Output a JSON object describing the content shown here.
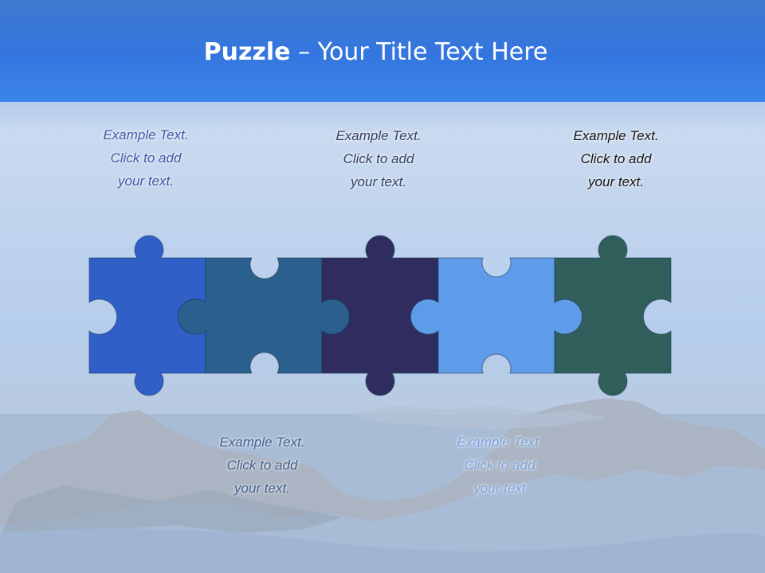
{
  "slide": {
    "title_bold": "Puzzle",
    "title_rest": " – Your Title Text Here"
  },
  "colors": {
    "piece1": "#2f5fc7",
    "piece2": "#2b5f8e",
    "piece3": "#2f2d60",
    "piece4": "#5e9be8",
    "piece5": "#2f5e5b"
  },
  "captions": [
    {
      "line1": "Example Text.",
      "line2": "Click  to add",
      "line3": "your text.",
      "color": "#3d5aa8"
    },
    {
      "line1": "Example Text.",
      "line2": "Click  to add",
      "line3": "your text.",
      "color": "#34425e"
    },
    {
      "line1": "Example Text.",
      "line2": "Click  to add",
      "line3": "your text.",
      "color": "#141414"
    },
    {
      "line1": "Example Text.",
      "line2": "Click  to add",
      "line3": "your text.",
      "color": "#41608e"
    },
    {
      "line1": "Example Text.",
      "line2": "Click  to add",
      "line3": "your text",
      "color": "#7aa3df"
    }
  ]
}
